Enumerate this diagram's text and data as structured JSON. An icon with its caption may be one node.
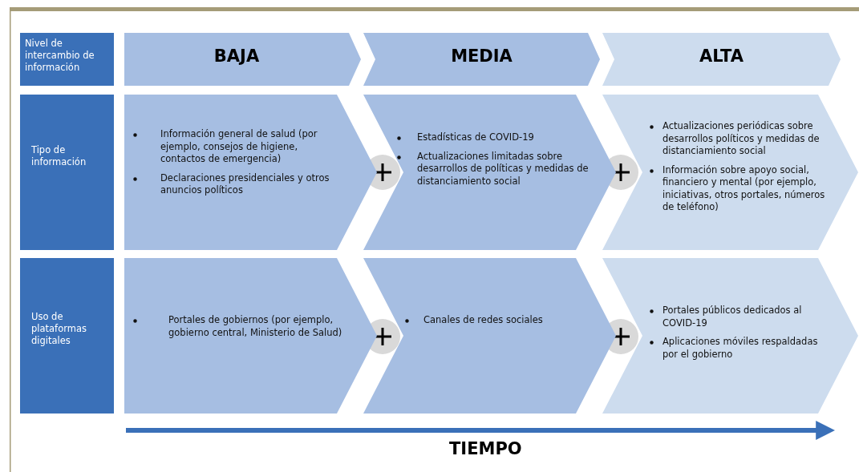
{
  "diagram": {
    "nodes": [
      {
        "text": [
          "Nivel de intercambio de información"
        ]
      },
      {
        "text": [
          "BAJA"
        ]
      },
      {
        "text": [
          "MEDIA"
        ]
      },
      {
        "text": [
          "ALTA"
        ]
      },
      {
        "text": [
          "Tipo de información"
        ]
      },
      {
        "text": [
          "Información general de salud (por ejemplo, consejos de higiene, contactos de emergencia)",
          "Declaraciones presidenciales y otros anuncios políticos"
        ]
      },
      {
        "text": [
          "Estadísticas de COVID-19",
          "Actualizaciones limitadas sobre desarrollos de políticas y medidas de distanciamiento social"
        ]
      },
      {
        "text": [
          "Actualizaciones periódicas sobre desarrollos políticos y medidas de distanciamiento social",
          "Información sobre apoyo social, financiero y mental (por ejemplo, iniciativas, otros portales, números de teléfono)"
        ]
      },
      {
        "text": [
          "Uso de plataformas digitales"
        ]
      },
      {
        "text": [
          "Portales de gobiernos (por ejemplo, gobierno central, Ministerio de Salud)"
        ]
      },
      {
        "text": [
          "Canales de redes sociales"
        ]
      },
      {
        "text": [
          "Portales públicos dedicados al COVID-19",
          "Aplicaciones móviles respaldadas por el gobierno"
        ]
      }
    ],
    "labels": [
      "TIEMPO"
    ]
  }
}
